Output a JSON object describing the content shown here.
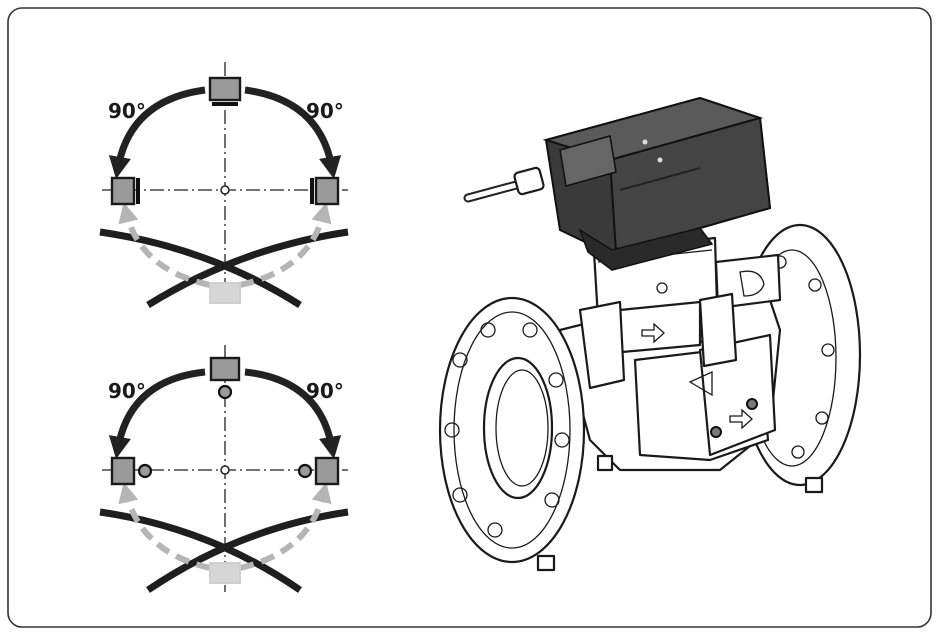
{
  "diagrams": [
    {
      "id": "top",
      "left_angle": "90°",
      "right_angle": "90°",
      "variant": "lever-actuator"
    },
    {
      "id": "bottom",
      "left_angle": "90°",
      "right_angle": "90°",
      "variant": "ball-actuator"
    }
  ],
  "colors": {
    "frame_border": "#333333",
    "unit_fill": "#9a9a9a",
    "ghost_unit": "#d6d6d6",
    "dashed_arrow": "#b5b5b5",
    "arrow_dark": "#222222"
  },
  "icons": [
    "curved-arrow-icon",
    "dashed-arrow-icon",
    "actuator-unit-icon",
    "flow-arrow-icon"
  ]
}
